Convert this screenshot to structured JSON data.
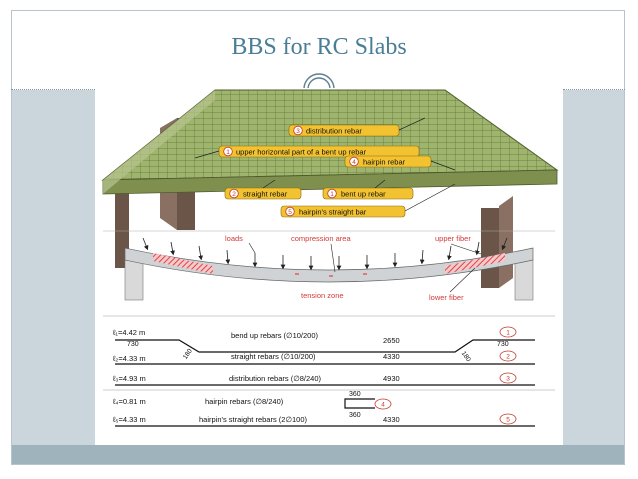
{
  "slide": {
    "title": "BBS for RC Slabs"
  },
  "colors": {
    "title": "#4a7e96",
    "band": "#cbd6dc",
    "slab_green": "#8fa65a",
    "rebar_label_bg": "#f2c230",
    "compression_red": "#e0444a"
  },
  "figure": {
    "labels_3d": [
      {
        "num": "3",
        "text": "distribution rebar"
      },
      {
        "num": "1",
        "text": "upper horizontal part of a bent up rebar"
      },
      {
        "num": "4",
        "text": "hairpin rebar"
      },
      {
        "num": "2",
        "text": "straight rebar"
      },
      {
        "num": "1",
        "text": "bent up rebar"
      },
      {
        "num": "5",
        "text": "hairpin's straight bar"
      }
    ],
    "section": {
      "loads": "loads",
      "compression_area": "compression area",
      "upper_fiber": "upper fiber",
      "tension_zone": "tension zone",
      "lower_fiber": "lower fiber"
    },
    "schedule": [
      {
        "length": "ℓ₁=4.42 m",
        "desc": "bend up rebars (∅10/200)",
        "value": "2650",
        "num": "1",
        "left": "730",
        "right": "730",
        "bend_l": "180",
        "bend_r": "180"
      },
      {
        "length": "ℓ₂=4.33 m",
        "desc": "straight rebars (∅10/200)",
        "value": "4330",
        "num": "2"
      },
      {
        "length": "ℓ₃=4.93 m",
        "desc": "distribution rebars (∅8/240)",
        "value": "4930",
        "num": "3"
      },
      {
        "length": "ℓ₄=0.81 m",
        "desc": "hairpin rebars (∅8/240)",
        "top": "360",
        "bottom": "360",
        "num": "4"
      },
      {
        "length": "ℓ₅=4.33 m",
        "desc": "hairpin's straight rebars (2∅100)",
        "value": "4330",
        "num": "5"
      }
    ]
  }
}
